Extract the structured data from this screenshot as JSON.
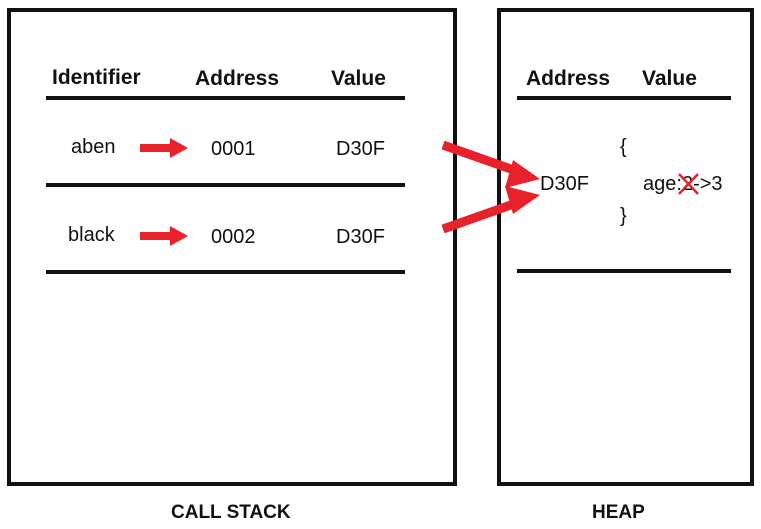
{
  "stack": {
    "headers": {
      "identifier": "Identifier",
      "address": "Address",
      "value": "Value"
    },
    "rows": [
      {
        "identifier": "aben",
        "address": "0001",
        "value": "D30F"
      },
      {
        "identifier": "black",
        "address": "0002",
        "value": "D30F"
      }
    ],
    "caption": "CALL STACK"
  },
  "heap": {
    "headers": {
      "address": "Address",
      "value": "Value"
    },
    "address": "D30F",
    "open_brace": "{",
    "close_brace": "}",
    "prop_key": "age:",
    "old_value": "2",
    "arrow": "->",
    "new_value": "3",
    "caption": "HEAP"
  },
  "colors": {
    "arrow": "#e8212a",
    "line": "#111111"
  }
}
